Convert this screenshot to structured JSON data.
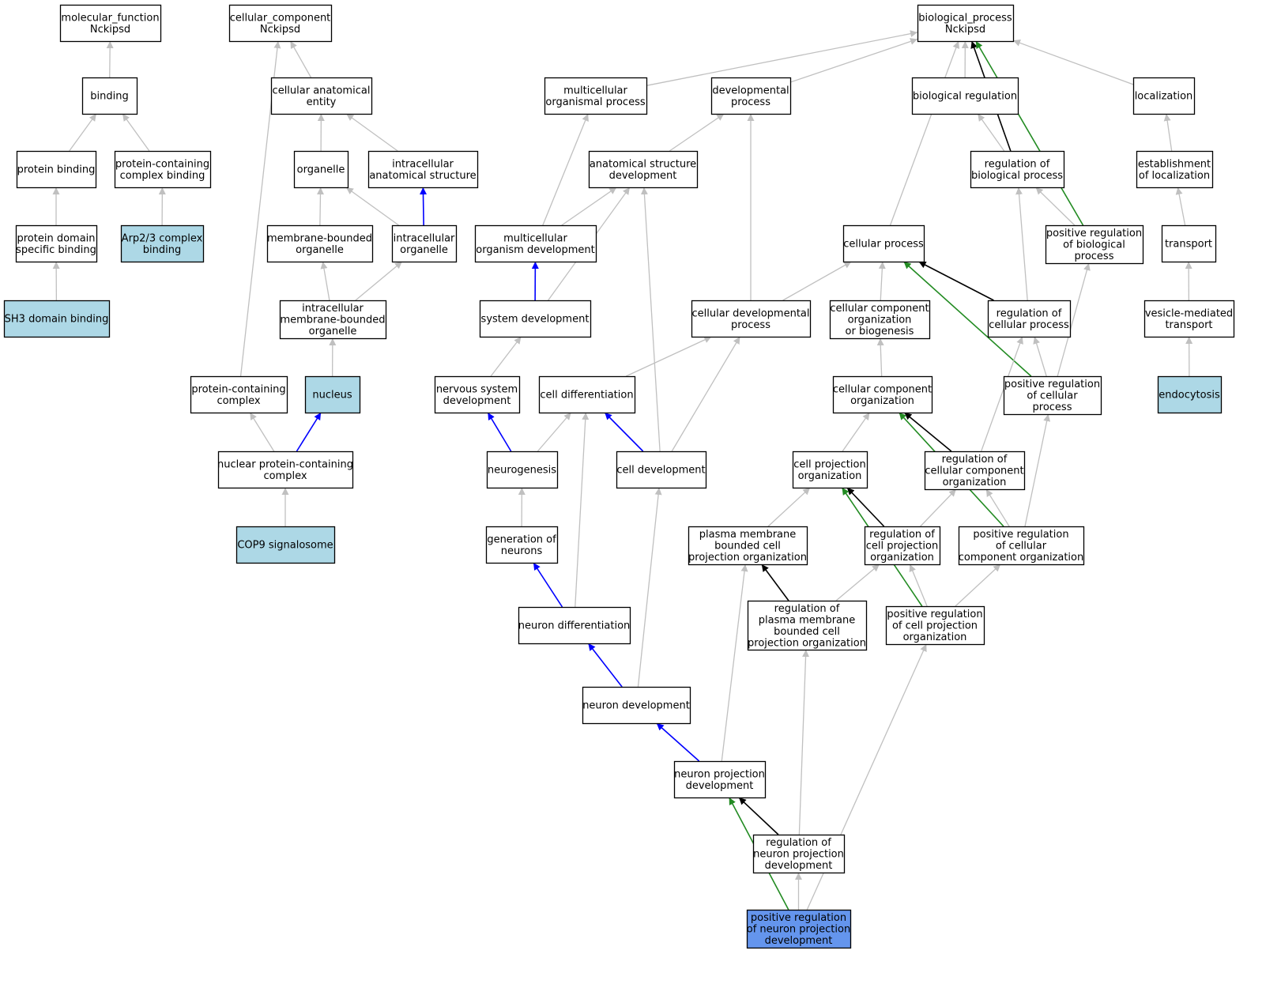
{
  "colors": {
    "node_fill": "#ffffff",
    "annotated_fill": "#add8e6",
    "query_fill": "#6495ed",
    "border": "#000000",
    "edge_is_a": "#c0c0c0",
    "edge_part_of": "#0000ff",
    "edge_regulates": "#000000",
    "edge_positively_regulates": "#228b22"
  },
  "nodes": [
    {
      "id": "mf",
      "lines": [
        "molecular_function",
        "Nckipsd"
      ]
    },
    {
      "id": "binding",
      "lines": [
        "binding"
      ]
    },
    {
      "id": "protbind",
      "lines": [
        "protein binding"
      ]
    },
    {
      "id": "pcbind",
      "lines": [
        "protein-containing",
        "complex binding"
      ]
    },
    {
      "id": "pdsb",
      "lines": [
        "protein domain",
        "specific binding"
      ]
    },
    {
      "id": "arp",
      "lines": [
        "Arp2/3 complex",
        "binding"
      ],
      "style": "annotated"
    },
    {
      "id": "sh3",
      "lines": [
        "SH3 domain binding"
      ],
      "style": "annotated"
    },
    {
      "id": "cc",
      "lines": [
        "cellular_component",
        "Nckipsd"
      ]
    },
    {
      "id": "cae",
      "lines": [
        "cellular anatomical",
        "entity"
      ]
    },
    {
      "id": "organelle",
      "lines": [
        "organelle"
      ]
    },
    {
      "id": "ias",
      "lines": [
        "intracellular",
        "anatomical structure"
      ]
    },
    {
      "id": "mbo",
      "lines": [
        "membrane-bounded",
        "organelle"
      ]
    },
    {
      "id": "io",
      "lines": [
        "intracellular",
        "organelle"
      ]
    },
    {
      "id": "imbo",
      "lines": [
        "intracellular",
        "membrane-bounded",
        "organelle"
      ]
    },
    {
      "id": "pcc",
      "lines": [
        "protein-containing",
        "complex"
      ]
    },
    {
      "id": "nucleus",
      "lines": [
        "nucleus"
      ],
      "style": "annotated"
    },
    {
      "id": "npcc",
      "lines": [
        "nuclear protein-containing",
        "complex"
      ]
    },
    {
      "id": "cop9",
      "lines": [
        "COP9 signalosome"
      ],
      "style": "annotated"
    },
    {
      "id": "bp",
      "lines": [
        "biological_process",
        "Nckipsd"
      ]
    },
    {
      "id": "mop",
      "lines": [
        "multicellular",
        "organismal process"
      ]
    },
    {
      "id": "devproc",
      "lines": [
        "developmental",
        "process"
      ]
    },
    {
      "id": "bioreg",
      "lines": [
        "biological regulation"
      ]
    },
    {
      "id": "loc",
      "lines": [
        "localization"
      ]
    },
    {
      "id": "asd",
      "lines": [
        "anatomical structure",
        "development"
      ]
    },
    {
      "id": "rbp",
      "lines": [
        "regulation of",
        "biological process"
      ]
    },
    {
      "id": "eol",
      "lines": [
        "establishment",
        "of localization"
      ]
    },
    {
      "id": "mod",
      "lines": [
        "multicellular",
        "organism development"
      ]
    },
    {
      "id": "cellproc",
      "lines": [
        "cellular process"
      ]
    },
    {
      "id": "prbp",
      "lines": [
        "positive regulation",
        "of biological",
        "process"
      ]
    },
    {
      "id": "transport",
      "lines": [
        "transport"
      ]
    },
    {
      "id": "sysdev",
      "lines": [
        "system development"
      ]
    },
    {
      "id": "cdp",
      "lines": [
        "cellular developmental",
        "process"
      ]
    },
    {
      "id": "ccob",
      "lines": [
        "cellular component",
        "organization",
        "or biogenesis"
      ]
    },
    {
      "id": "rcp",
      "lines": [
        "regulation of",
        "cellular process"
      ]
    },
    {
      "id": "vmt",
      "lines": [
        "vesicle-mediated",
        "transport"
      ]
    },
    {
      "id": "nsd",
      "lines": [
        "nervous system",
        "development"
      ]
    },
    {
      "id": "celldiff",
      "lines": [
        "cell differentiation"
      ]
    },
    {
      "id": "cco",
      "lines": [
        "cellular component",
        "organization"
      ]
    },
    {
      "id": "prcp",
      "lines": [
        "positive regulation",
        "of cellular",
        "process"
      ]
    },
    {
      "id": "endo",
      "lines": [
        "endocytosis"
      ],
      "style": "annotated"
    },
    {
      "id": "neurogen",
      "lines": [
        "neurogenesis"
      ]
    },
    {
      "id": "celldev",
      "lines": [
        "cell development"
      ]
    },
    {
      "id": "cpo",
      "lines": [
        "cell projection",
        "organization"
      ]
    },
    {
      "id": "rcco",
      "lines": [
        "regulation of",
        "cellular component",
        "organization"
      ]
    },
    {
      "id": "gon",
      "lines": [
        "generation of",
        "neurons"
      ]
    },
    {
      "id": "pmbcpo",
      "lines": [
        "plasma membrane",
        "bounded cell",
        "projection organization"
      ]
    },
    {
      "id": "rcpo",
      "lines": [
        "regulation of",
        "cell projection",
        "organization"
      ]
    },
    {
      "id": "prcco",
      "lines": [
        "positive regulation",
        "of cellular",
        "component organization"
      ]
    },
    {
      "id": "neurdiff",
      "lines": [
        "neuron differentiation"
      ]
    },
    {
      "id": "rpmbcpo",
      "lines": [
        "regulation of",
        "plasma membrane",
        "bounded cell",
        "projection organization"
      ]
    },
    {
      "id": "prcpo",
      "lines": [
        "positive regulation",
        "of cell projection",
        "organization"
      ]
    },
    {
      "id": "neurdev",
      "lines": [
        "neuron development"
      ]
    },
    {
      "id": "npd",
      "lines": [
        "neuron projection",
        "development"
      ]
    },
    {
      "id": "rnpd",
      "lines": [
        "regulation of",
        "neuron projection",
        "development"
      ]
    },
    {
      "id": "prnpd",
      "lines": [
        "positive regulation",
        "of neuron projection",
        "development"
      ],
      "style": "query"
    }
  ],
  "edges": [
    {
      "from": "binding",
      "to": "mf",
      "type": "is_a"
    },
    {
      "from": "protbind",
      "to": "binding",
      "type": "is_a"
    },
    {
      "from": "pcbind",
      "to": "binding",
      "type": "is_a"
    },
    {
      "from": "pdsb",
      "to": "protbind",
      "type": "is_a"
    },
    {
      "from": "arp",
      "to": "pcbind",
      "type": "is_a"
    },
    {
      "from": "sh3",
      "to": "pdsb",
      "type": "is_a"
    },
    {
      "from": "cae",
      "to": "cc",
      "type": "is_a"
    },
    {
      "from": "pcc",
      "to": "cc",
      "type": "is_a"
    },
    {
      "from": "organelle",
      "to": "cae",
      "type": "is_a"
    },
    {
      "from": "ias",
      "to": "cae",
      "type": "is_a"
    },
    {
      "from": "mbo",
      "to": "organelle",
      "type": "is_a"
    },
    {
      "from": "io",
      "to": "organelle",
      "type": "is_a"
    },
    {
      "from": "io",
      "to": "ias",
      "type": "part_of"
    },
    {
      "from": "imbo",
      "to": "mbo",
      "type": "is_a"
    },
    {
      "from": "imbo",
      "to": "io",
      "type": "is_a"
    },
    {
      "from": "nucleus",
      "to": "imbo",
      "type": "is_a"
    },
    {
      "from": "npcc",
      "to": "pcc",
      "type": "is_a"
    },
    {
      "from": "npcc",
      "to": "nucleus",
      "type": "part_of"
    },
    {
      "from": "cop9",
      "to": "npcc",
      "type": "is_a"
    },
    {
      "from": "mop",
      "to": "bp",
      "type": "is_a"
    },
    {
      "from": "devproc",
      "to": "bp",
      "type": "is_a"
    },
    {
      "from": "bioreg",
      "to": "bp",
      "type": "is_a"
    },
    {
      "from": "loc",
      "to": "bp",
      "type": "is_a"
    },
    {
      "from": "cellproc",
      "to": "bp",
      "type": "is_a"
    },
    {
      "from": "rbp",
      "to": "bp",
      "type": "regulates"
    },
    {
      "from": "prbp",
      "to": "bp",
      "type": "positively_regulates"
    },
    {
      "from": "rbp",
      "to": "bioreg",
      "type": "is_a"
    },
    {
      "from": "eol",
      "to": "loc",
      "type": "is_a"
    },
    {
      "from": "asd",
      "to": "devproc",
      "type": "is_a"
    },
    {
      "from": "cdp",
      "to": "devproc",
      "type": "is_a"
    },
    {
      "from": "mod",
      "to": "mop",
      "type": "is_a"
    },
    {
      "from": "mod",
      "to": "asd",
      "type": "is_a"
    },
    {
      "from": "sysdev",
      "to": "asd",
      "type": "is_a"
    },
    {
      "from": "celldev",
      "to": "asd",
      "type": "is_a"
    },
    {
      "from": "sysdev",
      "to": "mod",
      "type": "part_of"
    },
    {
      "from": "prbp",
      "to": "rbp",
      "type": "is_a"
    },
    {
      "from": "rcp",
      "to": "rbp",
      "type": "is_a"
    },
    {
      "from": "transport",
      "to": "eol",
      "type": "is_a"
    },
    {
      "from": "vmt",
      "to": "transport",
      "type": "is_a"
    },
    {
      "from": "endo",
      "to": "vmt",
      "type": "is_a"
    },
    {
      "from": "cdp",
      "to": "cellproc",
      "type": "is_a"
    },
    {
      "from": "ccob",
      "to": "cellproc",
      "type": "is_a"
    },
    {
      "from": "rcp",
      "to": "cellproc",
      "type": "regulates"
    },
    {
      "from": "prcp",
      "to": "cellproc",
      "type": "positively_regulates"
    },
    {
      "from": "prcp",
      "to": "prbp",
      "type": "is_a"
    },
    {
      "from": "prcp",
      "to": "rcp",
      "type": "is_a"
    },
    {
      "from": "rcco",
      "to": "rcp",
      "type": "is_a"
    },
    {
      "from": "nsd",
      "to": "sysdev",
      "type": "is_a"
    },
    {
      "from": "celldiff",
      "to": "cdp",
      "type": "is_a"
    },
    {
      "from": "celldev",
      "to": "cdp",
      "type": "is_a"
    },
    {
      "from": "cco",
      "to": "ccob",
      "type": "is_a"
    },
    {
      "from": "neurogen",
      "to": "nsd",
      "type": "part_of"
    },
    {
      "from": "neurogen",
      "to": "celldiff",
      "type": "is_a"
    },
    {
      "from": "neurdiff",
      "to": "celldiff",
      "type": "is_a"
    },
    {
      "from": "celldev",
      "to": "celldiff",
      "type": "part_of"
    },
    {
      "from": "cpo",
      "to": "cco",
      "type": "is_a"
    },
    {
      "from": "rcco",
      "to": "cco",
      "type": "regulates"
    },
    {
      "from": "prcco",
      "to": "cco",
      "type": "positively_regulates"
    },
    {
      "from": "prcco",
      "to": "prcp",
      "type": "is_a"
    },
    {
      "from": "gon",
      "to": "neurogen",
      "type": "is_a"
    },
    {
      "from": "neurdev",
      "to": "celldev",
      "type": "is_a"
    },
    {
      "from": "pmbcpo",
      "to": "cpo",
      "type": "is_a"
    },
    {
      "from": "rcpo",
      "to": "cpo",
      "type": "regulates"
    },
    {
      "from": "prcpo",
      "to": "cpo",
      "type": "positively_regulates"
    },
    {
      "from": "rcpo",
      "to": "rcco",
      "type": "is_a"
    },
    {
      "from": "prcco",
      "to": "rcco",
      "type": "is_a"
    },
    {
      "from": "neurdiff",
      "to": "gon",
      "type": "part_of"
    },
    {
      "from": "npd",
      "to": "pmbcpo",
      "type": "is_a"
    },
    {
      "from": "rpmbcpo",
      "to": "pmbcpo",
      "type": "regulates"
    },
    {
      "from": "rpmbcpo",
      "to": "rcpo",
      "type": "is_a"
    },
    {
      "from": "prcpo",
      "to": "rcpo",
      "type": "is_a"
    },
    {
      "from": "prcpo",
      "to": "prcco",
      "type": "is_a"
    },
    {
      "from": "neurdev",
      "to": "neurdiff",
      "type": "part_of"
    },
    {
      "from": "rnpd",
      "to": "rpmbcpo",
      "type": "is_a"
    },
    {
      "from": "prnpd",
      "to": "prcpo",
      "type": "is_a"
    },
    {
      "from": "npd",
      "to": "neurdev",
      "type": "part_of"
    },
    {
      "from": "rnpd",
      "to": "npd",
      "type": "regulates"
    },
    {
      "from": "prnpd",
      "to": "npd",
      "type": "positively_regulates"
    },
    {
      "from": "prnpd",
      "to": "rnpd",
      "type": "is_a"
    }
  ]
}
